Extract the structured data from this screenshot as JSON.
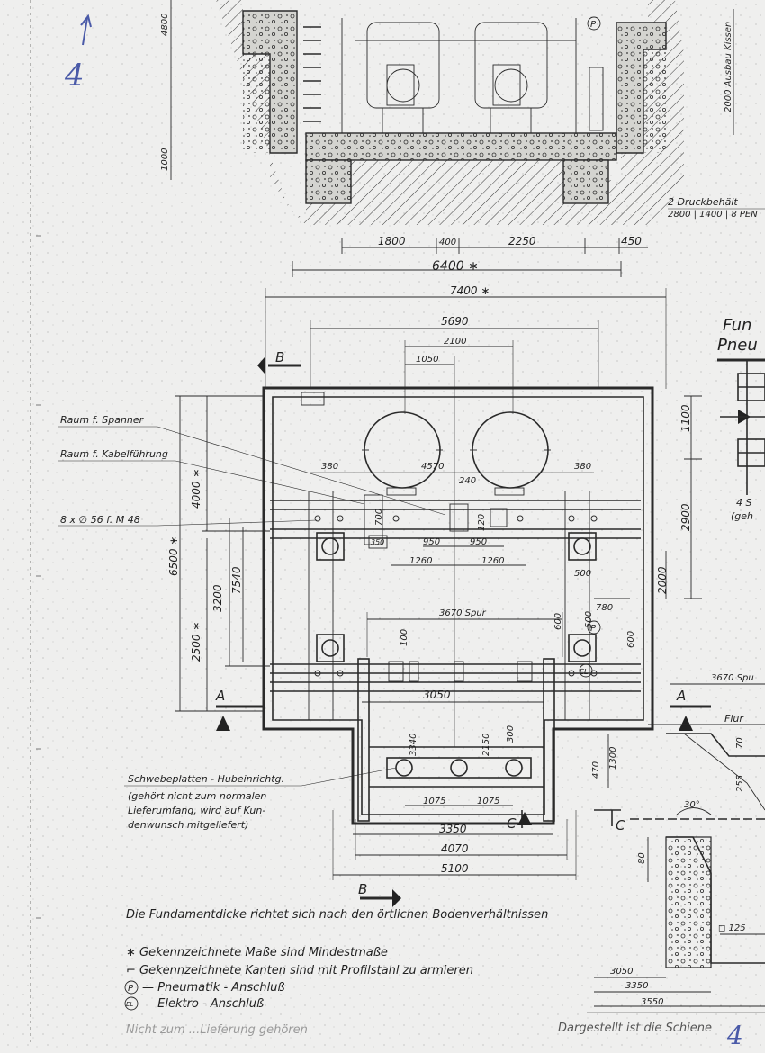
{
  "handwritten": {
    "top_left": "4",
    "bottom_right": "4"
  },
  "elevation": {
    "dims": [
      "4800",
      "1000",
      "1800",
      "400",
      "2250",
      "450",
      "6400 ∗"
    ],
    "label_right": "2000 Ausbau Kissen",
    "vessel_note_line1": "2 Druckbehält",
    "vessel_note_line2": "2800 | 1400 | 8 PEN",
    "marker_p": "P"
  },
  "plan": {
    "dims_top": [
      "7400 ∗",
      "5690",
      "2100",
      "1050"
    ],
    "dims_mid": [
      "380",
      "4570",
      "240",
      "380",
      "950",
      "950",
      "1260",
      "1260"
    ],
    "dims_left": [
      "4000 ∗",
      "6500 ∗",
      "3200",
      "2500 ∗",
      "7540"
    ],
    "dims_right": [
      "1100",
      "2900",
      "2000",
      "780",
      "500",
      "600",
      "500"
    ],
    "dims_small": [
      "700",
      "350",
      "120",
      "100",
      "600"
    ],
    "spur_label": "3670 Spur",
    "spur_label_right": "3670 Spu",
    "dims_pit": [
      "3050",
      "3340",
      "2150",
      "300",
      "470",
      "1300",
      "1075",
      "1075",
      "3350",
      "4070",
      "5100"
    ],
    "labels": {
      "spanner": "Raum f. Spanner",
      "kabel": "Raum f. Kabelführung",
      "bolts": "8 x ∅ 56 f. M 48",
      "schwebe_1": "Schwebeplatten - Hubeinrichtg.",
      "schwebe_2": "(gehört nicht zum normalen",
      "schwebe_3": "Lieferumfang, wird auf Kun-",
      "schwebe_4": "denwunsch mitgeliefert)"
    },
    "section_letters": {
      "a": "A",
      "b": "B",
      "c": "C"
    },
    "markers": {
      "p": "P",
      "el": "EL"
    }
  },
  "right_column": {
    "title_1": "Fun",
    "title_2": "Pneu",
    "note_1": "4 S",
    "note_2": "(geh",
    "flur": "Flur",
    "dim_255": "255",
    "dim_80": "80",
    "dim_70": "70",
    "angle": "30°",
    "square": "◻ 125",
    "dims_bottom": [
      "3050",
      "3350",
      "3550"
    ]
  },
  "notes": {
    "foundation": "Die Fundamentdicke richtet sich nach den örtlichen Bodenverhältnissen",
    "legend_star": "∗ Gekennzeichnete Maße sind Mindestmaße",
    "legend_edge": "⌐ Gekennzeichnete Kanten sind mit Profilstahl zu armieren",
    "legend_p": "— Pneumatik - Anschluß",
    "legend_el": "— Elektro - Anschluß",
    "legend_p_symbol": "P",
    "legend_el_symbol": "EL",
    "bottom_left_faded": "Nicht zum ...Lieferung gehören",
    "bottom_right": "Dargestellt ist die Schiene"
  }
}
